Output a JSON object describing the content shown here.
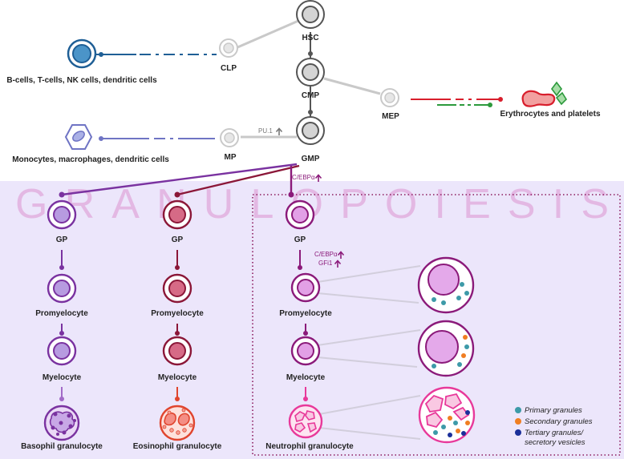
{
  "colors": {
    "panel": "#ece6fb",
    "watermark": "#e6bde6",
    "gray": "#555555",
    "light_gray": "#c9c9c9",
    "blue": "#1f5f96",
    "slate": "#6f74c4",
    "red": "#d81e2c",
    "green": "#2c9a3c",
    "basophil": "#7a32a0",
    "eosinophil": "#8b1738",
    "neutrophil": "#8b1a7a",
    "neutrophil_pink": "#e8399a",
    "primary_granule": "#3d9aa8",
    "secondary_granule": "#f07e22",
    "tertiary_granule": "#1b2f9a"
  },
  "watermark": "GRANULOPOIESIS",
  "top": {
    "hsc": "HSC",
    "clp": "CLP",
    "cmp": "CMP",
    "mep": "MEP",
    "mp": "MP",
    "gmp": "GMP",
    "lymphoid": "B-cells, T-cells, NK cells, dendritic cells",
    "monocytic": "Monocytes, macrophages, dendritic cells",
    "erythroid": "Erythrocytes and platelets",
    "pu1": "PU.1",
    "cebpa_gmp": "C/EBPα"
  },
  "lineages": {
    "basophil": {
      "gp": "GP",
      "promyelocyte": "Promyelocyte",
      "myelocyte": "Myelocyte",
      "mature": "Basophil granulocyte"
    },
    "eosinophil": {
      "gp": "GP",
      "promyelocyte": "Promyelocyte",
      "myelocyte": "Myelocyte",
      "mature": "Eosinophil granulocyte"
    },
    "neutrophil": {
      "gp": "GP",
      "promyelocyte": "Promyelocyte",
      "myelocyte": "Myelocyte",
      "mature": "Neutrophil granulocyte",
      "cebpa": "C/EBPα",
      "gfi1": "GFi1"
    }
  },
  "legend": {
    "primary": "Primary granules",
    "secondary": "Secondary granules",
    "tertiary_line1": "Tertiary granules/",
    "tertiary_line2": "secretory vesicles"
  }
}
